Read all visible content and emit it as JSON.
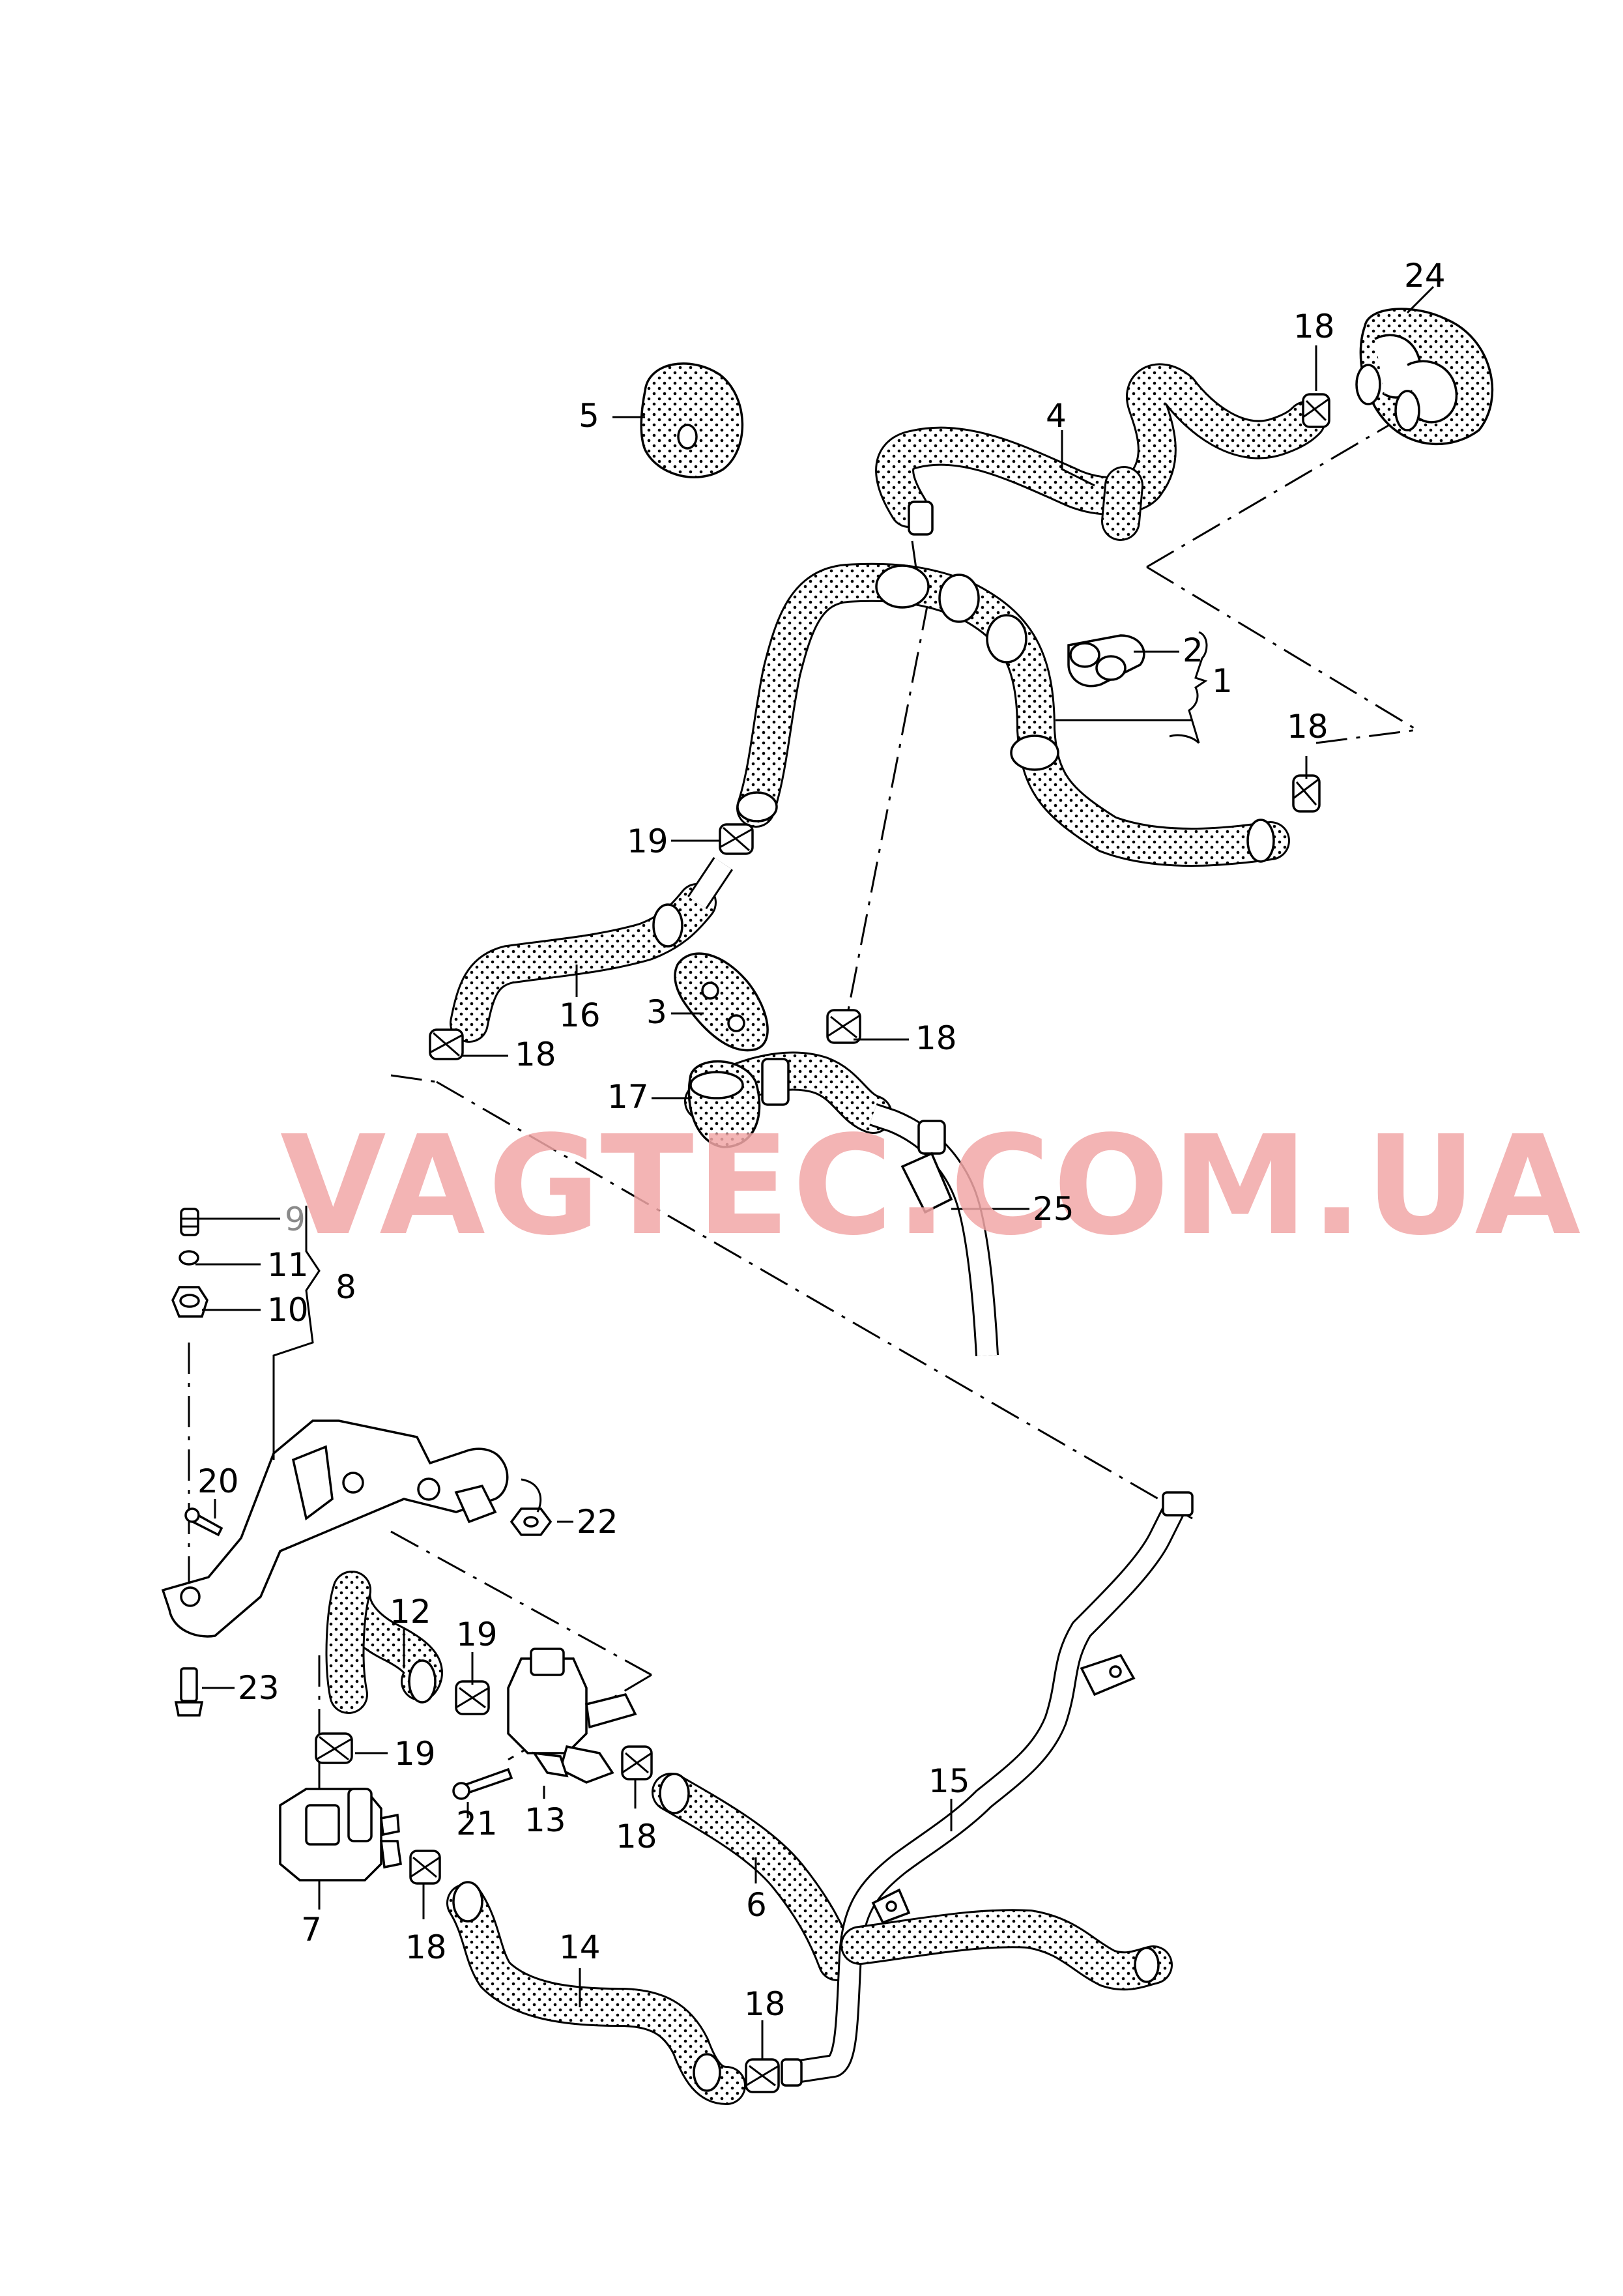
{
  "watermark": "VAGTEC.COM.UA",
  "callouts": {
    "c1": "1",
    "c2": "2",
    "c3": "3",
    "c4": "4",
    "c5": "5",
    "c6": "6",
    "c7": "7",
    "c8": "8",
    "c9": "9",
    "c10": "10",
    "c11": "11",
    "c12": "12",
    "c13": "13",
    "c14": "14",
    "c15": "15",
    "c16": "16",
    "c17": "17",
    "c18": "18",
    "c19": "19",
    "c20": "20",
    "c21": "21",
    "c22": "22",
    "c23": "23",
    "c24": "24",
    "c25": "25"
  },
  "colors": {
    "watermark": "#f2a7a7",
    "line": "#000000",
    "grey_label": "#8a8a8a"
  }
}
